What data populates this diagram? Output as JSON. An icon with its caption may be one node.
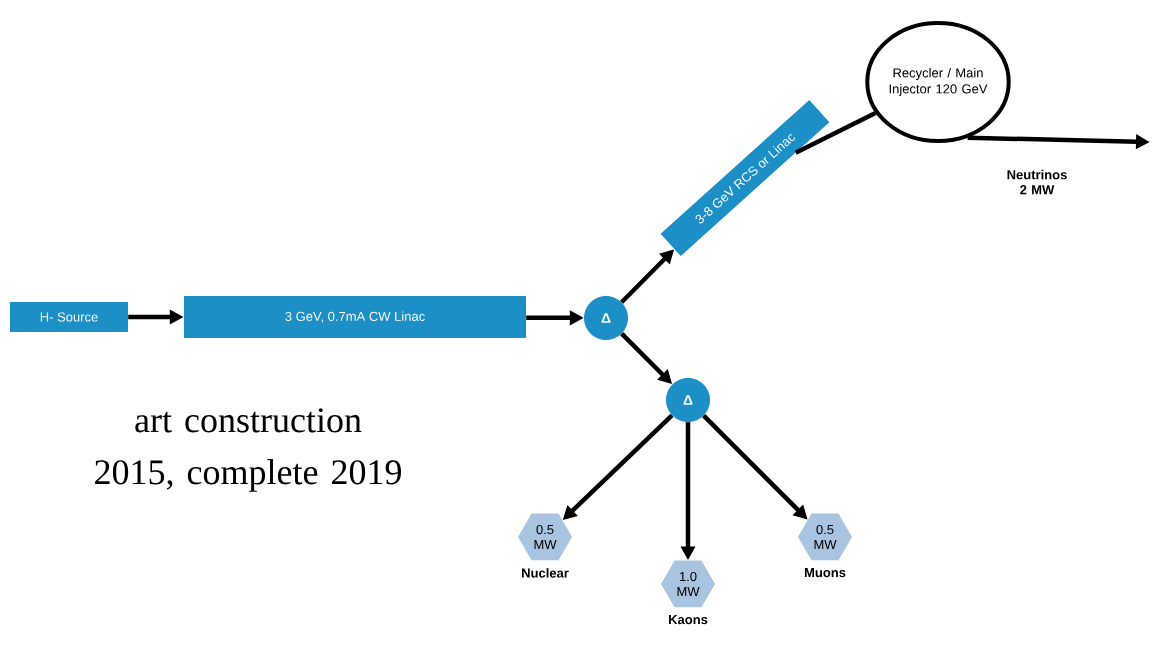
{
  "diagram": {
    "nodes": [
      {
        "text": [
          "H- Source"
        ]
      },
      {
        "text": [
          "3 GeV, 0.7mA CW Linac"
        ]
      },
      {
        "text": [
          "Δ"
        ]
      },
      {
        "text": [
          "3-8 GeV RCS or Linac"
        ]
      },
      {
        "text": [
          "Recycler / Main Injector 120 GeV"
        ]
      },
      {
        "text": [
          "Δ"
        ]
      },
      {
        "text": [
          "0.5 MW"
        ],
        "beside": [
          "Nuclear"
        ]
      },
      {
        "text": [
          "1.0 MW"
        ],
        "beside": [
          "Kaons"
        ]
      },
      {
        "text": [
          "0.5 MW"
        ],
        "beside": [
          "Muons"
        ]
      }
    ],
    "edges": [
      {
        "from": 0,
        "to": 1,
        "arrow": "to"
      },
      {
        "from": 1,
        "to": 2,
        "arrow": "to"
      },
      {
        "from": 2,
        "to": 3,
        "arrow": "to"
      },
      {
        "from": 2,
        "to": 5,
        "arrow": "to"
      },
      {
        "from": 3,
        "to": 4,
        "arrow": "none"
      },
      {
        "from": 4,
        "to": null,
        "arrow": "to",
        "label": "Neutrinos 2 MW"
      },
      {
        "from": 5,
        "to": 6,
        "arrow": "to"
      },
      {
        "from": 5,
        "to": 7,
        "arrow": "to"
      },
      {
        "from": 5,
        "to": 8,
        "arrow": "to"
      }
    ],
    "labels": [
      "art construction 2015, complete 2019"
    ]
  }
}
